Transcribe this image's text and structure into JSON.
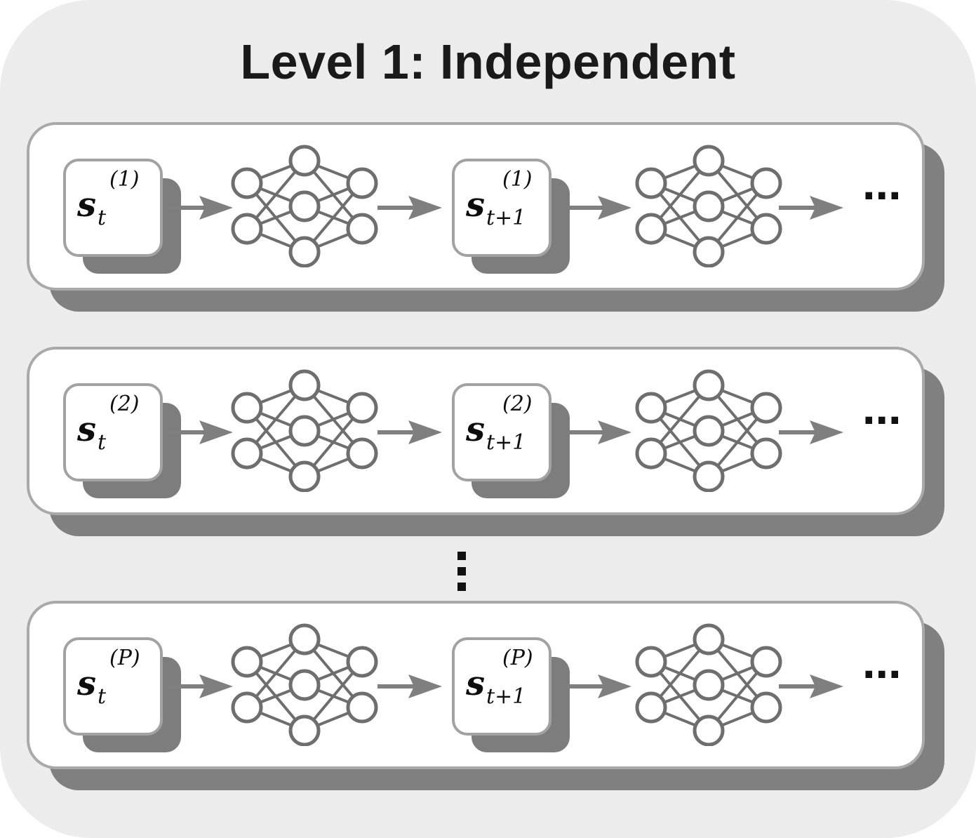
{
  "title": "Level 1: Independent",
  "rows": [
    {
      "sup": "(1)",
      "state_symbol": "s",
      "sub_t": "t",
      "sub_t1": "t+1",
      "trailing": "···"
    },
    {
      "sup": "(2)",
      "state_symbol": "s",
      "sub_t": "t",
      "sub_t1": "t+1",
      "trailing": "···"
    },
    {
      "sup": "(P)",
      "state_symbol": "s",
      "sub_t": "t",
      "sub_t1": "t+1",
      "trailing": "···"
    }
  ],
  "row_gap_marker": "⋮",
  "colors": {
    "panel_bg": "#ececec",
    "card_border": "#a9a9a9",
    "shadow": "#808080",
    "network_stroke": "#6e6e6e",
    "arrow": "#7f7f7f",
    "text": "#1a1a1a"
  },
  "icons": [
    "neural-network-icon",
    "arrow-right-icon"
  ]
}
